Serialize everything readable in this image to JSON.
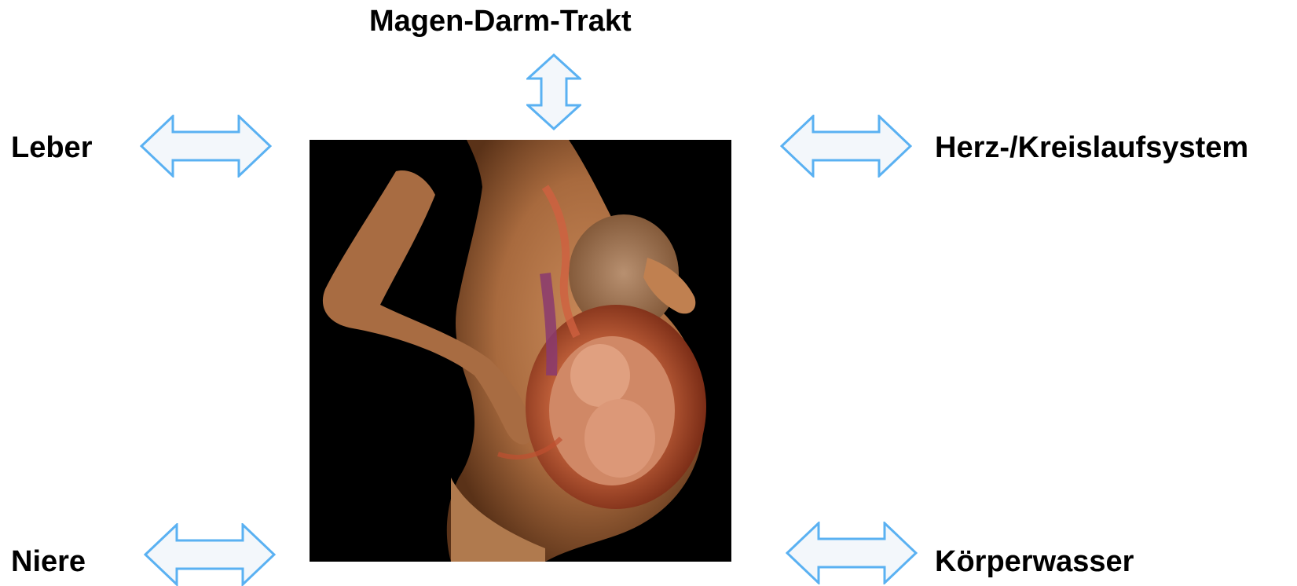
{
  "labels": {
    "top": "Magen-Darm-Trakt",
    "left_upper": "Leber",
    "right_upper": "Herz-/Kreislaufsystem",
    "left_lower": "Niere",
    "right_lower": "Körperwasser"
  },
  "colors": {
    "arrow_stroke": "#5ab1f2",
    "arrow_fill": "#f3f7fb",
    "photo_background": "#000000"
  },
  "icons": {
    "arrows": "double-headed-arrow-icon",
    "center_image": "pregnant-anatomy-illustration"
  }
}
